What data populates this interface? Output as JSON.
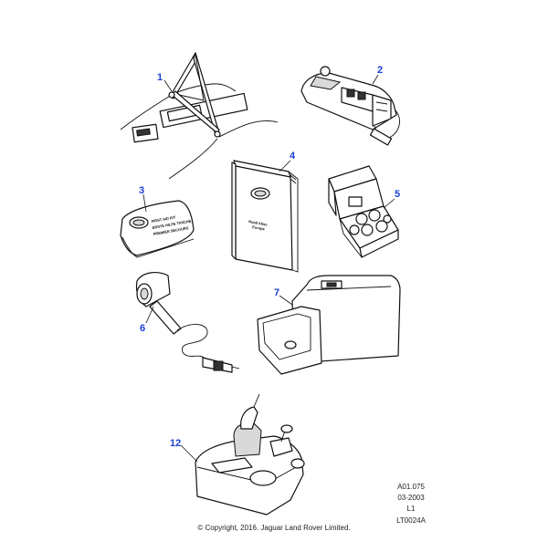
{
  "callouts": {
    "c1": "1",
    "c2": "2",
    "c3": "3",
    "c4": "4",
    "c5": "5",
    "c6": "6",
    "c7": "7",
    "c12": "12"
  },
  "item_text": {
    "first_aid_l1": "FIRST AID KIT",
    "first_aid_l2": "ERSTE HILFE TASCHE",
    "first_aid_l3": "PREMIER SECOURS",
    "handbook_l1": "Road Atlas",
    "handbook_l2": "Europe"
  },
  "reference": {
    "code": "A01.075",
    "date": "03-2003",
    "level": "L1",
    "illustration_id": "LT0024A"
  },
  "copyright": "© Copyright, 2016. Jaguar Land Rover Limited."
}
